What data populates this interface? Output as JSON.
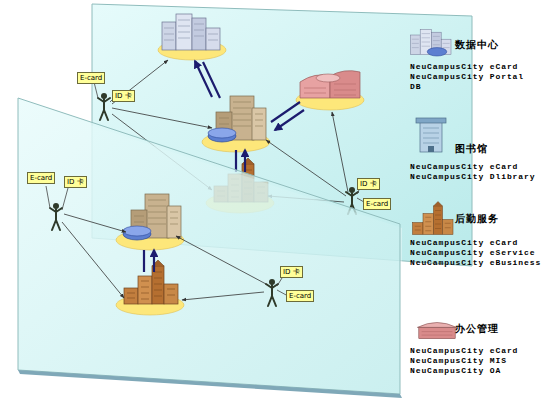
{
  "diagram": {
    "nodes": [
      {
        "text": [
          "E-card"
        ]
      },
      {
        "text": [
          "ID 卡"
        ]
      },
      {
        "text": [
          "ID 卡"
        ]
      },
      {
        "text": [
          "E-card"
        ]
      },
      {
        "text": [
          "E-card"
        ]
      },
      {
        "text": [
          "ID 卡"
        ]
      },
      {
        "text": [
          "ID 卡"
        ]
      },
      {
        "text": [
          "E-card"
        ]
      }
    ],
    "labels": [
      "NeuCampusCity eCard",
      "NeuCampusCity Portal",
      "DB",
      "NeuCampusCity eCard",
      "NeuCampusCity Dlibrary",
      "NeuCampusCity eCard",
      "NeuCampusCity eService",
      "NeuCampusCity eBusiness",
      "NeuCampusCity eCard",
      "NeuCampusCity MIS",
      "NeuCampusCity OA"
    ],
    "legend": [
      {
        "text": "数据中心"
      },
      {
        "text": "图书馆"
      },
      {
        "text": "后勤服务"
      },
      {
        "text": "办公管理"
      }
    ]
  }
}
